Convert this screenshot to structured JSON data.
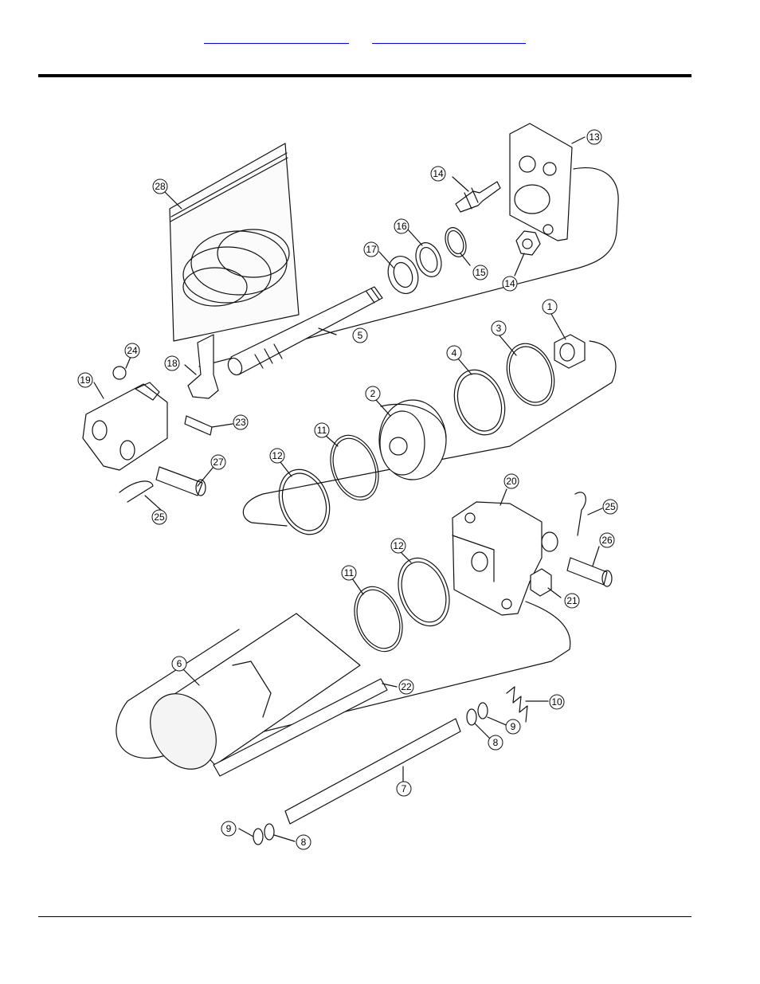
{
  "nav": {
    "link_left": "",
    "link_right": ""
  },
  "diagram": {
    "callouts": [
      {
        "key": "c13",
        "label": "13"
      },
      {
        "key": "c14a",
        "label": "14"
      },
      {
        "key": "c28",
        "label": "28"
      },
      {
        "key": "c16",
        "label": "16"
      },
      {
        "key": "c17",
        "label": "17"
      },
      {
        "key": "c15",
        "label": "15"
      },
      {
        "key": "c14b",
        "label": "14"
      },
      {
        "key": "c5",
        "label": "5"
      },
      {
        "key": "c1",
        "label": "1"
      },
      {
        "key": "c3",
        "label": "3"
      },
      {
        "key": "c4",
        "label": "4"
      },
      {
        "key": "c24",
        "label": "24"
      },
      {
        "key": "c18",
        "label": "18"
      },
      {
        "key": "c19",
        "label": "19"
      },
      {
        "key": "c2",
        "label": "2"
      },
      {
        "key": "c23",
        "label": "23"
      },
      {
        "key": "c11a",
        "label": "11"
      },
      {
        "key": "c12a",
        "label": "12"
      },
      {
        "key": "c27",
        "label": "27"
      },
      {
        "key": "c25a",
        "label": "25"
      },
      {
        "key": "c20",
        "label": "20"
      },
      {
        "key": "c25b",
        "label": "25"
      },
      {
        "key": "c26",
        "label": "26"
      },
      {
        "key": "c12b",
        "label": "12"
      },
      {
        "key": "c11b",
        "label": "11"
      },
      {
        "key": "c21",
        "label": "21"
      },
      {
        "key": "c6",
        "label": "6"
      },
      {
        "key": "c22",
        "label": "22"
      },
      {
        "key": "c10",
        "label": "10"
      },
      {
        "key": "c9a",
        "label": "9"
      },
      {
        "key": "c8a",
        "label": "8"
      },
      {
        "key": "c7",
        "label": "7"
      },
      {
        "key": "c9b",
        "label": "9"
      },
      {
        "key": "c8b",
        "label": "8"
      }
    ]
  }
}
